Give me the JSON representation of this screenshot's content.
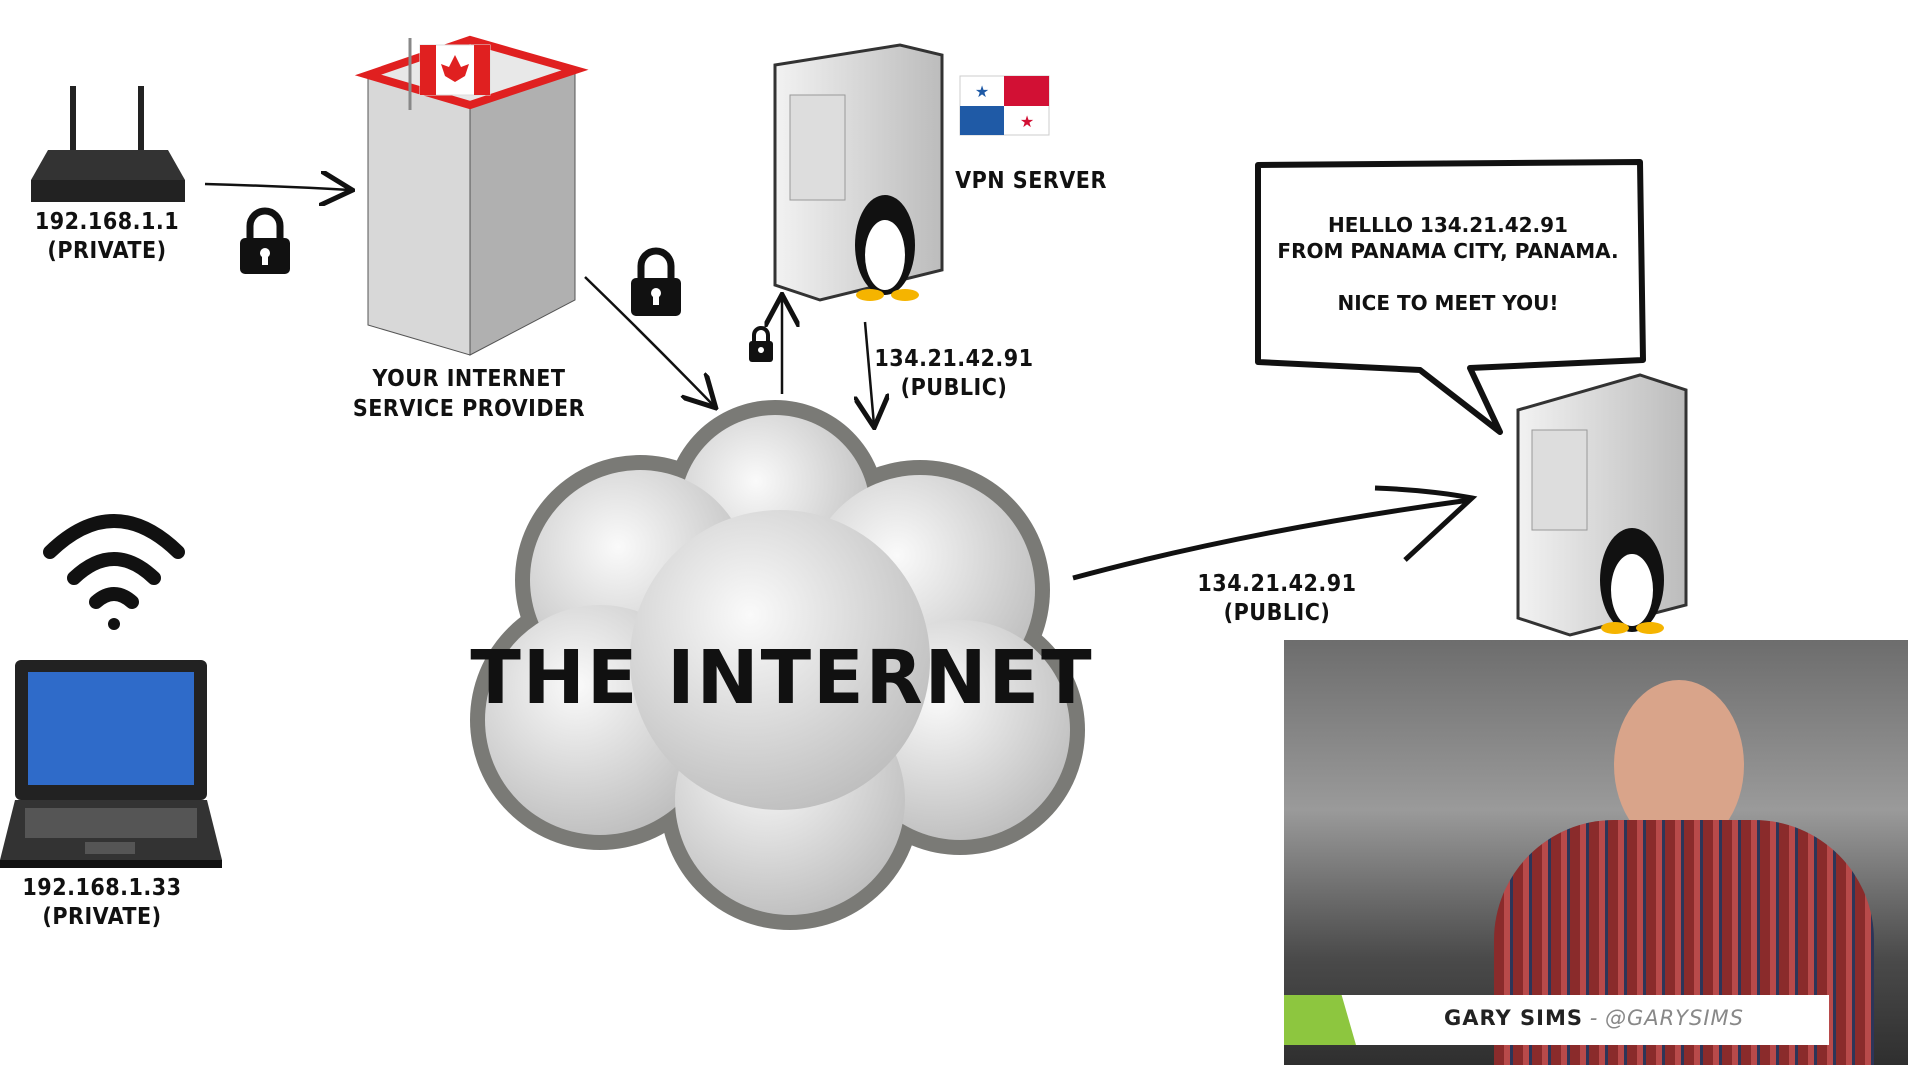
{
  "router": {
    "ip": "192.168.1.1",
    "type": "(PRIVATE)"
  },
  "isp": {
    "line1": "YOUR INTERNET",
    "line2": "SERVICE PROVIDER",
    "flag": "canada-flag"
  },
  "vpn": {
    "label": "VPN SERVER",
    "flag": "panama-flag",
    "ip": "134.21.42.91",
    "type": "(PUBLIC)"
  },
  "cloud": {
    "label": "THE INTERNET"
  },
  "destination": {
    "ip": "134.21.42.91",
    "type": "(PUBLIC)"
  },
  "bubble": {
    "line1": "HELLLO 134.21.42.91",
    "line2": "FROM PANAMA CITY,  PANAMA.",
    "line3": "NICE TO MEET YOU!"
  },
  "laptop": {
    "ip": "192.168.1.33",
    "type": "(PRIVATE)"
  },
  "presenter": {
    "name": "GARY SIMS",
    "separator": "-",
    "handle": "@GARYSIMS"
  },
  "colors": {
    "accent_green": "#8dc63f",
    "isp_red": "#e02020",
    "panama_blue": "#1f5aa6",
    "panama_red": "#d21034"
  }
}
